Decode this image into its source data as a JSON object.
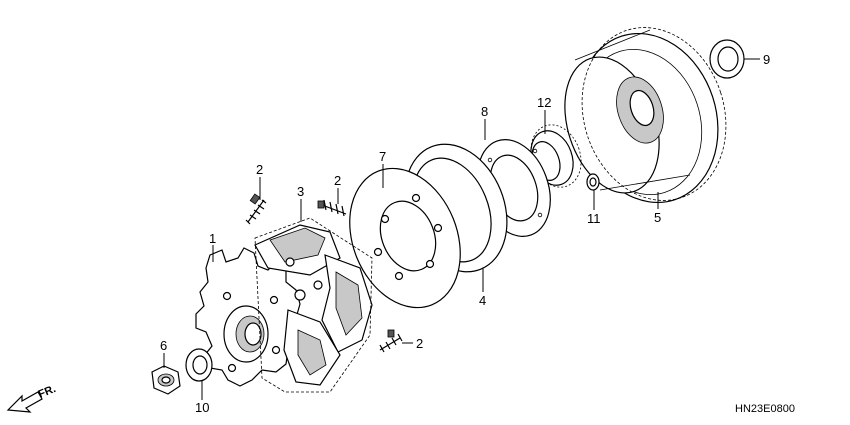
{
  "diagram": {
    "reference_code": "HN23E0800",
    "direction_label": "FR.",
    "callouts": [
      {
        "id": "c1",
        "label": "1"
      },
      {
        "id": "c2a",
        "label": "2"
      },
      {
        "id": "c2b",
        "label": "2"
      },
      {
        "id": "c2c",
        "label": "2"
      },
      {
        "id": "c3",
        "label": "3"
      },
      {
        "id": "c4",
        "label": "4"
      },
      {
        "id": "c5",
        "label": "5"
      },
      {
        "id": "c6",
        "label": "6"
      },
      {
        "id": "c7",
        "label": "7"
      },
      {
        "id": "c8",
        "label": "8"
      },
      {
        "id": "c9",
        "label": "9"
      },
      {
        "id": "c10",
        "label": "10"
      },
      {
        "id": "c11",
        "label": "11"
      },
      {
        "id": "c12",
        "label": "12"
      }
    ]
  }
}
